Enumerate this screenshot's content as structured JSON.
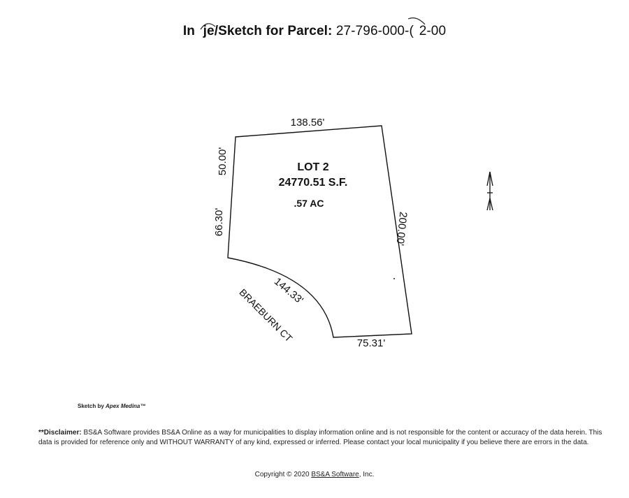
{
  "header": {
    "title_bold": "In   je/Sketch for Parcel:",
    "parcel_number": "27-796-000-(  2-00"
  },
  "sketch": {
    "lot_name": "LOT 2",
    "area_sf": "24770.51 S.F.",
    "area_ac": ".57 AC",
    "dim_top": "138.56'",
    "dim_left_upper": "50.00'",
    "dim_left_lower": "66.30'",
    "dim_right": "200.00'",
    "dim_bottom": "75.31'",
    "dim_arc": "144.33'",
    "street_name": "BRAEBURN CT"
  },
  "credit": {
    "prefix": "Sketch by",
    "product": "Apex Medina™"
  },
  "disclaimer": {
    "label": "**Disclaimer:",
    "text": " BS&A Software provides BS&A Online as a way for municipalities to display information online and is not responsible for the content or accuracy of the data herein. This data is provided for reference only and WITHOUT WARRANTY of any kind, expressed or inferred. Please contact your local municipality if you believe there are errors in the data."
  },
  "footer": {
    "copyright_prefix": "Copyright © 2020 ",
    "company_link": "BS&A Software",
    "copyright_suffix": ", Inc."
  }
}
